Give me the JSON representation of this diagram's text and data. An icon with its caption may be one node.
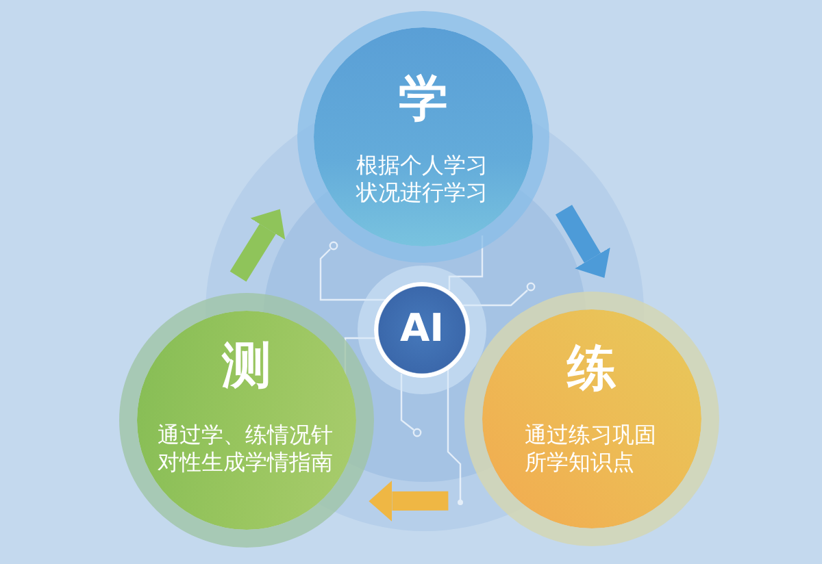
{
  "diagram": {
    "nodes": [
      {
        "text": [
          "学",
          "根据个人学习状况进行学习"
        ]
      },
      {
        "text": [
          "AI"
        ]
      },
      {
        "text": [
          "测",
          "通过学、练情况针对性生成学情指南"
        ]
      },
      {
        "text": [
          "练",
          "通过练习巩固所学知识点"
        ]
      }
    ],
    "edges": [
      {
        "from": 0,
        "to": 3,
        "arrow": "to",
        "color": "#4d9bd8"
      },
      {
        "from": 3,
        "to": 2,
        "arrow": "to",
        "color": "#efb744"
      },
      {
        "from": 2,
        "to": 0,
        "arrow": "to",
        "color": "#8fc45a"
      }
    ]
  }
}
